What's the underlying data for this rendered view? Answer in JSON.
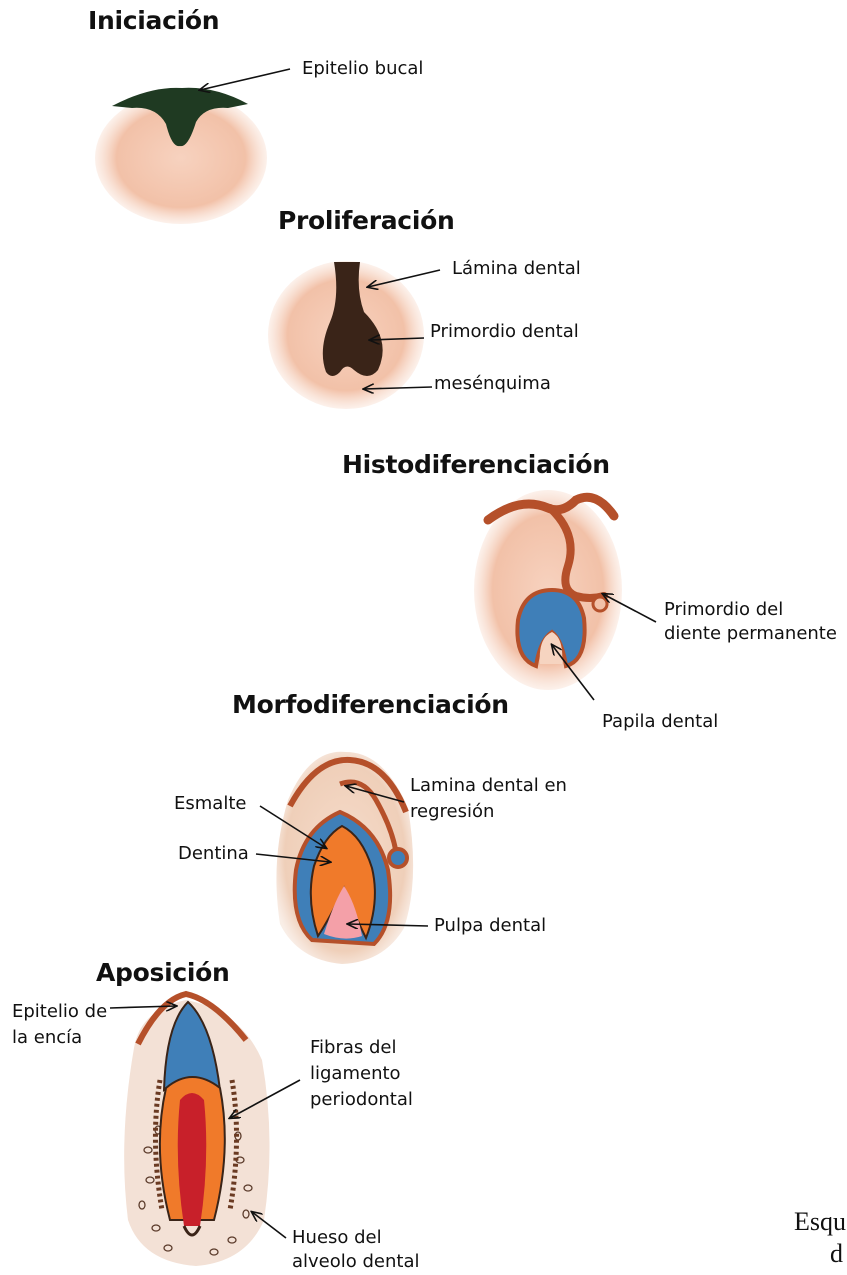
{
  "stages": {
    "iniciacion": {
      "title": "Iniciación",
      "labels": {
        "epitelio_bucal": "Epitelio bucal"
      }
    },
    "proliferacion": {
      "title": "Proliferación",
      "labels": {
        "lamina_dental": "Lámina dental",
        "primordio_dental": "Primordio dental",
        "mesenquima": "mesénquima"
      }
    },
    "histodiferenciacion": {
      "title": "Histodiferenciación",
      "labels": {
        "primordio_permanente_1": "Primordio del",
        "primordio_permanente_2": "diente permanente",
        "papila_dental": "Papila dental"
      }
    },
    "morfodiferenciacion": {
      "title": "Morfodiferenciación",
      "labels": {
        "lamina_regresion_1": "Lamina dental en",
        "lamina_regresion_2": "regresión",
        "esmalte": "Esmalte",
        "dentina": "Dentina",
        "pulpa_dental": "Pulpa dental"
      }
    },
    "aposicion": {
      "title": "Aposición",
      "labels": {
        "epitelio_encia_1": "Epitelio de",
        "epitelio_encia_2": "la encía",
        "fibras_1": "Fibras del",
        "fibras_2": "ligamento",
        "fibras_3": "periodontal",
        "hueso_1": "Hueso del",
        "hueso_2": "alveolo dental"
      }
    }
  },
  "caption": {
    "line1": "Esqu",
    "line2": "d"
  },
  "colors": {
    "tissue": "#f3c7b0",
    "epithelium_dark": "#1f3a22",
    "lamina_brown": "#3a2418",
    "rust": "#b5502a",
    "enamel_blue": "#3f7fb8",
    "dentin_orange": "#f07a2a",
    "pulp_pink": "#f4a0a8",
    "pulp_red": "#c8202a"
  }
}
